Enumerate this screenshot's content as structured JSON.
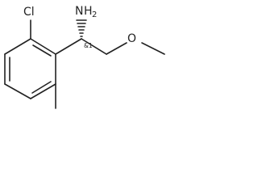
{
  "molecule": {
    "labels": {
      "chlorine": "Cl",
      "amine_n": "N",
      "amine_h": "H",
      "amine_h_count": "2",
      "oxygen": "O",
      "stereo": "&1"
    }
  }
}
